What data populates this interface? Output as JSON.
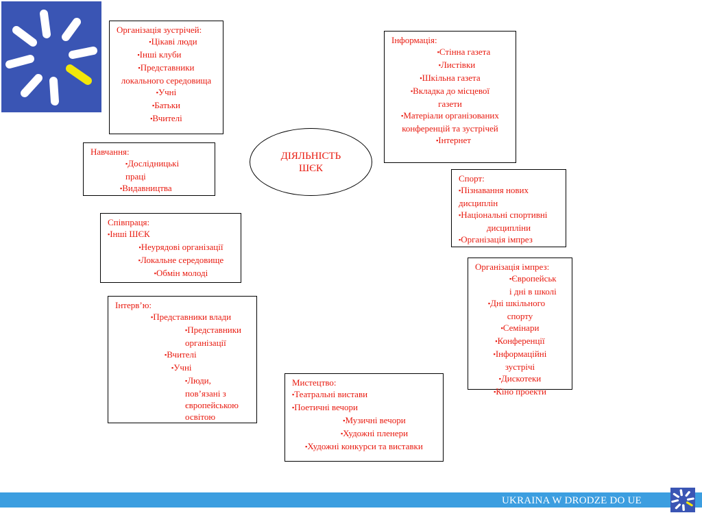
{
  "center": {
    "line1": "ДІЯЛЬНІСТЬ",
    "line2": "ШЄК"
  },
  "boxes": {
    "meetings": {
      "title": "Організація зустрічей:",
      "items": [
        "Цікаві люди",
        "Інші клуби",
        "Представники",
        "локального середовища",
        "Учні",
        "Батьки",
        "Вчителі"
      ]
    },
    "info": {
      "title": "Інформація:",
      "items": [
        "Стінна газета",
        "Листівки",
        "Шкільна газета",
        "Вкладка до місцевої",
        "газети",
        "Матеріали організованих",
        "конференцій та зустрічей",
        "Інтернет"
      ]
    },
    "study": {
      "title": "Навчання:",
      "items": [
        "Дослідницькі",
        "праці",
        "Видавництва"
      ]
    },
    "sport": {
      "title": "Спорт:",
      "items": [
        "Пізнавання нових",
        "дисциплін",
        "Національні спортивні",
        "дисципліни",
        "Організація імпрез"
      ]
    },
    "cooperation": {
      "title": "Співпраця:",
      "items": [
        "Інші ШЄК",
        "Неурядові організації",
        "Локальне середовище",
        "Обмін молоді"
      ]
    },
    "events": {
      "title": "Організація імпрез:",
      "items": [
        "Європейськ",
        "і дні в школі",
        "Дні шкільного",
        "спорту",
        "Семінари",
        "Конференції",
        "Інформаційні",
        "зустрічі",
        "Дискотеки",
        "Кіно проекти"
      ]
    },
    "interview": {
      "title": "Інтерв’ю:",
      "items": [
        "Представники влади",
        "Представники",
        "організації",
        "Вчителі",
        "Учні",
        "Люди,",
        "пов’язані з",
        "європейською",
        "освітою"
      ]
    },
    "art": {
      "title": "Мистецтво:",
      "items": [
        "Театральні вистави",
        "Поетичні вечори",
        "Музичні вечори",
        "Художні пленери",
        "Художні конкурси та виставки"
      ]
    }
  },
  "footer": {
    "text": "UKRAINA W DRODZE DO UE"
  },
  "colors": {
    "text": "#e8190e",
    "logo_bg": "#3a55b4",
    "logo_accent": "#f2e70a",
    "footer_bar": "#3c9ee0"
  },
  "icons": {
    "logo": "sunburst-logo-icon",
    "footer_logo": "sunburst-logo-icon"
  }
}
